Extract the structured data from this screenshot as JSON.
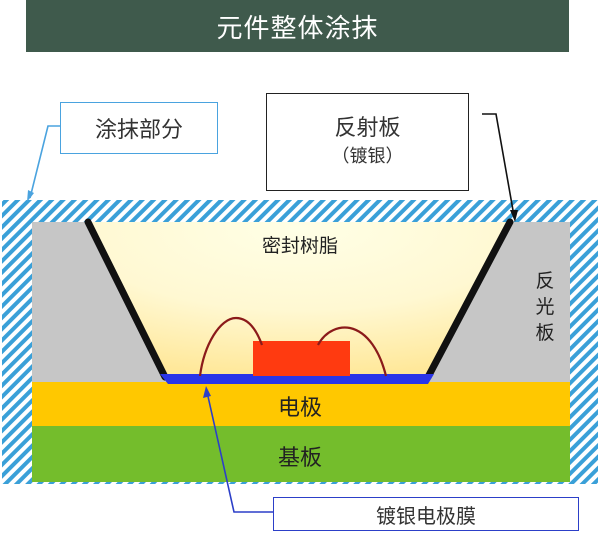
{
  "title": "元件整体涂抹",
  "labels": {
    "coated_area": "涂抹部分",
    "reflector_main": "反射板",
    "reflector_sub": "（镀银）",
    "resin": "密封树脂",
    "side_reflector": "反光板",
    "electrode": "电极",
    "substrate": "基板",
    "silver_film": "镀银电极膜"
  },
  "colors": {
    "title_bg": "#3f5a4c",
    "coating_hatch": "#3aa0d8",
    "side_gray": "#c6c6c6",
    "electrode": "#ffc800",
    "substrate": "#74bd2c",
    "silver_film": "#2a35e8",
    "chip": "#ff3a10",
    "wire": "#8b1a1a"
  }
}
